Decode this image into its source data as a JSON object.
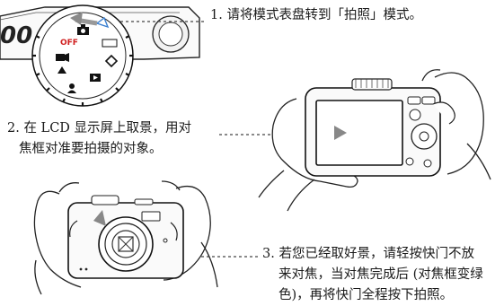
{
  "steps": [
    {
      "number": "1.",
      "lines": [
        "请将模式表盘转到「拍照」模式。"
      ]
    },
    {
      "number": "2.",
      "lines": [
        "在 LCD 显示屏上取景，用对",
        "焦框对准要拍摄的对象。"
      ]
    },
    {
      "number": "3.",
      "lines": [
        "若您已经取好景，请轻按快门不放",
        "来对焦，当对焦完成后 (对焦框变绿",
        "色)，再将快门全程按下拍照。"
      ]
    }
  ],
  "dial": {
    "label_off": "OFF",
    "label_model": "00"
  }
}
